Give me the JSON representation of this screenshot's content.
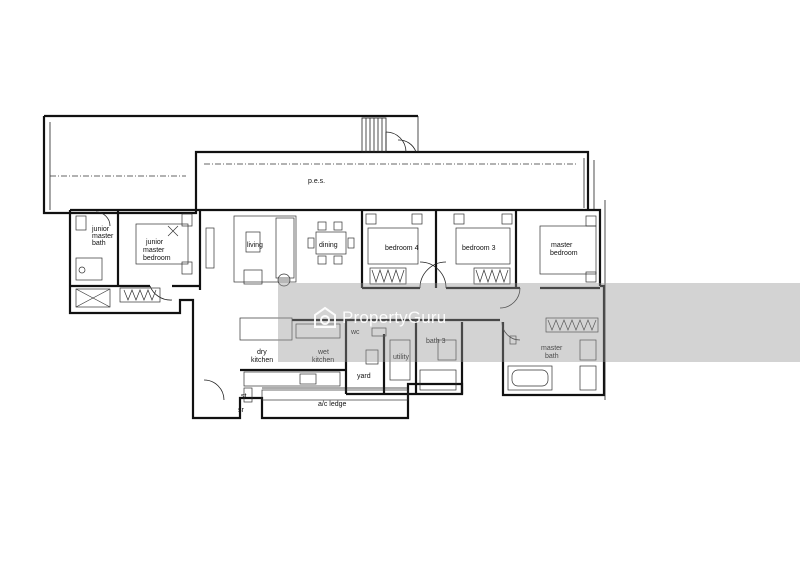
{
  "plan": {
    "rooms": {
      "pes": "p.e.s.",
      "junior_master_bath": [
        "junior",
        "master",
        "bath"
      ],
      "junior_master_bedroom": [
        "junior",
        "master",
        "bedroom"
      ],
      "living": "living",
      "dining": "dining",
      "bedroom4": "bedroom 4",
      "bedroom3": "bedroom 3",
      "master_bedroom": [
        "master",
        "bedroom"
      ],
      "dry_kitchen": [
        "dry",
        "kitchen"
      ],
      "wet_kitchen": [
        "wet",
        "kitchen"
      ],
      "wc": "wc",
      "utility": "utility",
      "yard": "yard",
      "bath3": "bath 3",
      "master_bath": [
        "master",
        "bath"
      ],
      "ac_ledge": "a/c ledge",
      "st": "st",
      "sr": "sr"
    }
  },
  "watermark": {
    "brand": "PropertyGuru",
    "logo_icon": "propertyguru-logo-icon"
  }
}
